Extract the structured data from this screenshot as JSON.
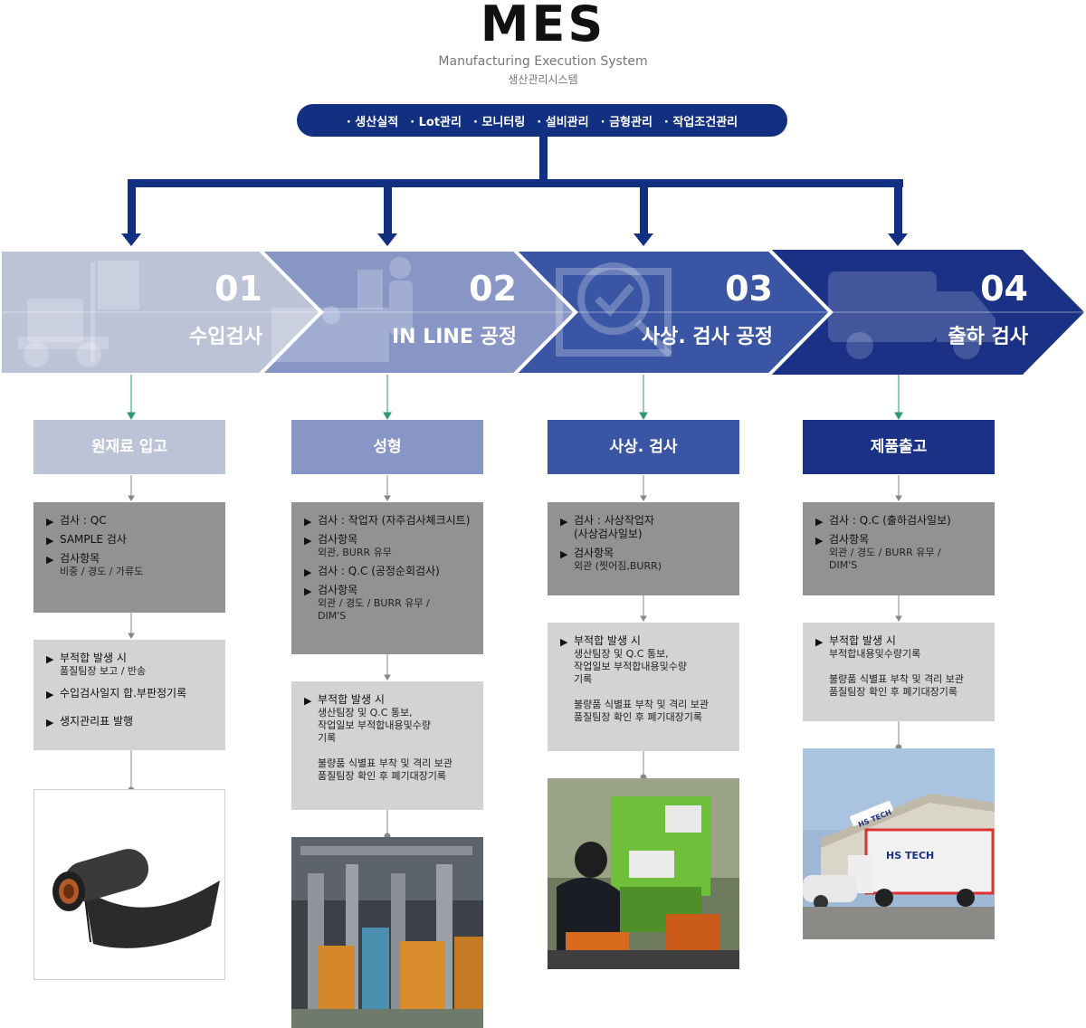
{
  "header": {
    "title": "MES",
    "subtitle_en": "Manufacturing Execution System",
    "subtitle_ko": "생산관리시스템"
  },
  "functions": [
    "· 생산실적",
    "· Lot관리",
    "· 모니터링",
    "· 설비관리",
    "· 금형관리",
    "· 작업조건관리"
  ],
  "colors": {
    "navy": "#123081",
    "stage1": "#bcc3d6",
    "stage2": "#8896c6",
    "stage3": "#3a55a3",
    "stage4": "#1a3185",
    "panel_dark": "#929292",
    "panel_light": "#d3d3d3",
    "connector": "#2e9a6e"
  },
  "stages": [
    {
      "num": "01",
      "label": "수입검사",
      "icon": "forklift-icon",
      "box": "원재료 입고",
      "inspection": [
        {
          "head": "검사 : QC",
          "sub": ""
        },
        {
          "head": "SAMPLE 검사",
          "sub": ""
        },
        {
          "head": "검사항목",
          "sub": "비중 / 경도 / 가류도"
        }
      ],
      "nonconform": [
        {
          "head": "부적합 발생 시",
          "sub": "품질팀장 보고 / 반송"
        },
        {
          "head": "수입검사일지 합.부판정기록",
          "sub": ""
        },
        {
          "head": "생지관리표 발행",
          "sub": ""
        }
      ],
      "photo": "rubber-sheet-roll-photo"
    },
    {
      "num": "02",
      "label": "IN LINE 공정",
      "icon": "worker-machine-icon",
      "box": "성형",
      "inspection": [
        {
          "head": "검사 : 작업자 (자주검사체크시트)",
          "sub": ""
        },
        {
          "head": "검사항목",
          "sub": "외관, BURR 유무"
        },
        {
          "head": "검사 : Q.C (공정순회검사)",
          "sub": ""
        },
        {
          "head": "검사항목",
          "sub": "외관 / 경도 / BURR 유무 /\nDIM'S"
        }
      ],
      "nonconform": [
        {
          "head": "부적합 발생 시",
          "sub": "생산팀장 및 Q.C 통보,\n작업일보 부적합내용및수량\n기록\n\n불량품 식별표 부착 및 격리 보관\n품질팀장 확인 후 폐기대장기록"
        }
      ],
      "photo": "molding-machine-photo"
    },
    {
      "num": "03",
      "label": "사상. 검사 공정",
      "icon": "magnifier-check-icon",
      "box": "사상. 검사",
      "inspection": [
        {
          "head": "검사 : 사상작업자\n           (사상검사일보)",
          "sub": ""
        },
        {
          "head": "검사항목",
          "sub": "외관 (찟어짐,BURR)"
        }
      ],
      "nonconform": [
        {
          "head": "부적합 발생 시",
          "sub": "생산팀장 및 Q.C 통보,\n작업일보 부적합내용및수량\n기록\n\n불량품 식별표 부착 및 격리 보관\n품질팀장 확인 후 폐기대장기록"
        }
      ],
      "photo": "inspection-worker-photo"
    },
    {
      "num": "04",
      "label": "출하 검사",
      "icon": "truck-icon",
      "box": "제품출고",
      "inspection": [
        {
          "head": "검사 : Q.C (출하검사일보)",
          "sub": ""
        },
        {
          "head": "검사항목",
          "sub": "외관 / 경도 / BURR 유무 /\nDIM'S"
        }
      ],
      "nonconform": [
        {
          "head": "부적합 발생 시",
          "sub": "부적합내용및수량기록\n\n불량품 식별표 부착 및 격리 보관\n품질팀장 확인 후 폐기대장기록"
        }
      ],
      "photo": "delivery-truck-photo",
      "photo_text": [
        "HS TECH",
        "HS TECH"
      ]
    }
  ]
}
